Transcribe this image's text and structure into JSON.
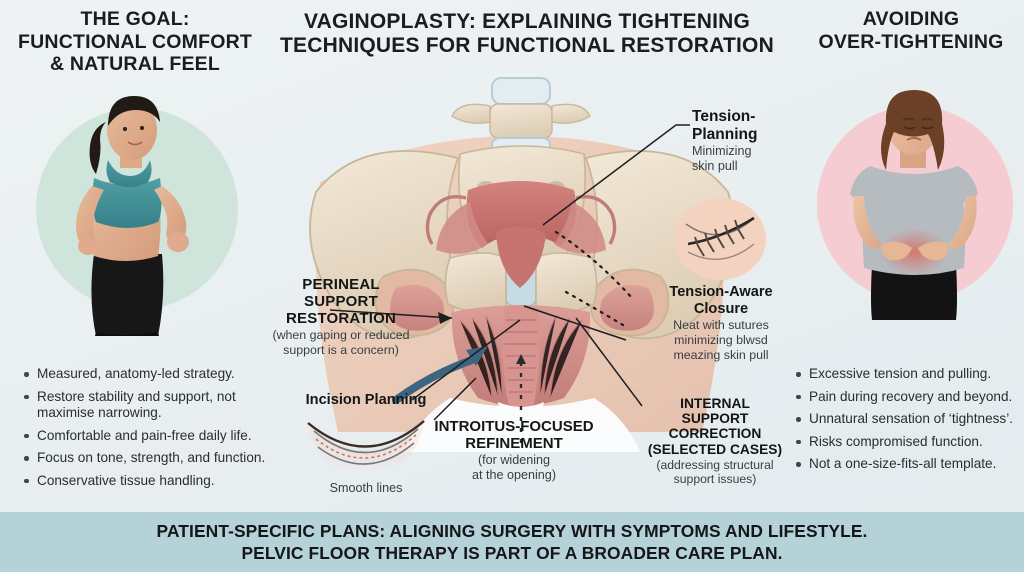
{
  "headings": {
    "left": "THE GOAL:\nFUNCTIONAL COMFORT\n& NATURAL FEEL",
    "center": "VAGINOPLASTY: EXPLAINING TIGHTENING\nTECHNIQUES FOR FUNCTIONAL RESTORATION",
    "right": "AVOIDING\nOVER-TIGHTENING"
  },
  "left_panel": {
    "photo_alt": "woman in teal sports bra and black leggings",
    "circle_color": "#cfe5dc",
    "bullets": [
      "Measured, anatomy-led strategy.",
      "Restore stability and support, not maximise narrowing.",
      "Comfortable and pain-free daily life.",
      "Focus on tone, strength, and function.",
      "Conservative tissue handling."
    ]
  },
  "right_panel": {
    "photo_alt": "woman in grey t-shirt holding lower abdomen in pain",
    "circle_color": "#f4ccd2",
    "bullets": [
      "Excessive tension and pulling.",
      "Pain during recovery and beyond.",
      "Unnatural sensation of ‘tightness’.",
      "Risks compromised function.",
      "Not a one-size-fits-all template."
    ]
  },
  "diagram": {
    "alt": "anterior view of female bony pelvis with uterus and pelvic floor musculature",
    "callouts": [
      {
        "id": "tension-planning",
        "title": "Tension-Planning",
        "subtitle": "Minimizing\nskin pull"
      },
      {
        "id": "tension-aware-closure",
        "title": "Tension-Aware\nClosure",
        "subtitle": "Neat with sutures\nminimizing blwsd\nmeazing skin pull"
      },
      {
        "id": "perineal-support-restoration",
        "title": "PERINEAL\nSUPPORT\nRESTORATION",
        "subtitle": "(when gaping or reduced\nsupport is a concern)"
      },
      {
        "id": "incision-planning",
        "title": "Incision Planning",
        "caption": "Smooth lines"
      },
      {
        "id": "introitus-focused-refinement",
        "title": "INTROITUS-FOCUSED\nREFINEMENT",
        "subtitle": "(for widening\nat the opening)"
      },
      {
        "id": "internal-support-correction",
        "title": "INTERNAL\nSUPPORT\nCORRECTION\n(SELECTED CASES)",
        "subtitle": "(addressing structural\nsupport issues)"
      }
    ]
  },
  "banner": {
    "text": "PATIENT-SPECIFIC PLANS: ALIGNING SURGERY WITH SYMPTOMS AND LIFESTYLE.\nPELVIC FLOOR THERAPY IS PART OF A BROADER CARE PLAN.",
    "background_color": "#b6d2d9"
  },
  "colors": {
    "page_background": "#e9eff1",
    "bone": "#e8dccb",
    "muscle": "#cf8b86",
    "arrow_blue": "#3c6580",
    "text": "#17181a"
  }
}
